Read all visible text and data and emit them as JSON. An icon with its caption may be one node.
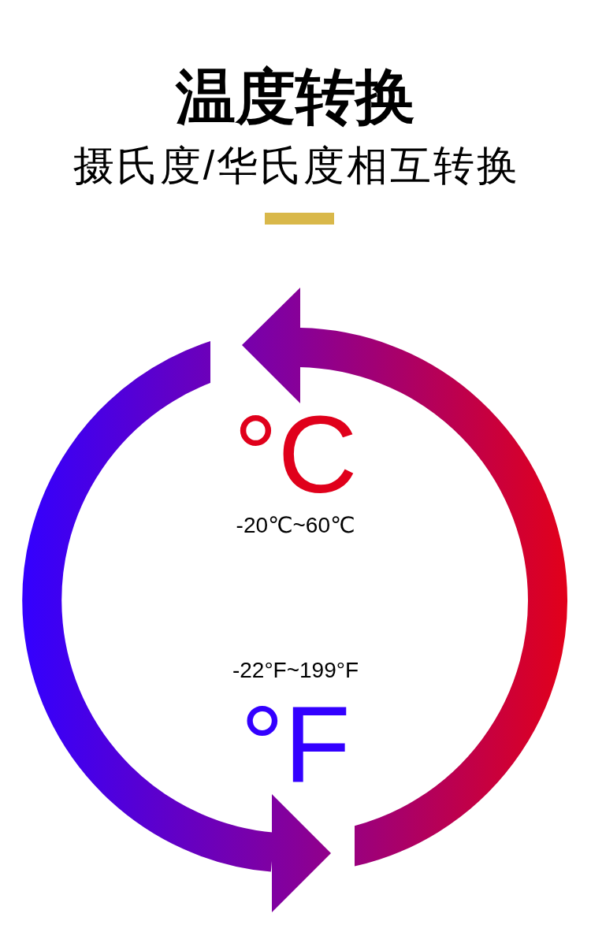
{
  "diagram": {
    "title": "温度转换",
    "nodes": [
      {
        "text": [],
        "shape": "bar"
      }
    ],
    "labels": [
      "摄氏度/华氏度相互转换",
      "°C",
      "-20℃~60℃",
      "-22°F~199°F",
      "°F"
    ]
  }
}
